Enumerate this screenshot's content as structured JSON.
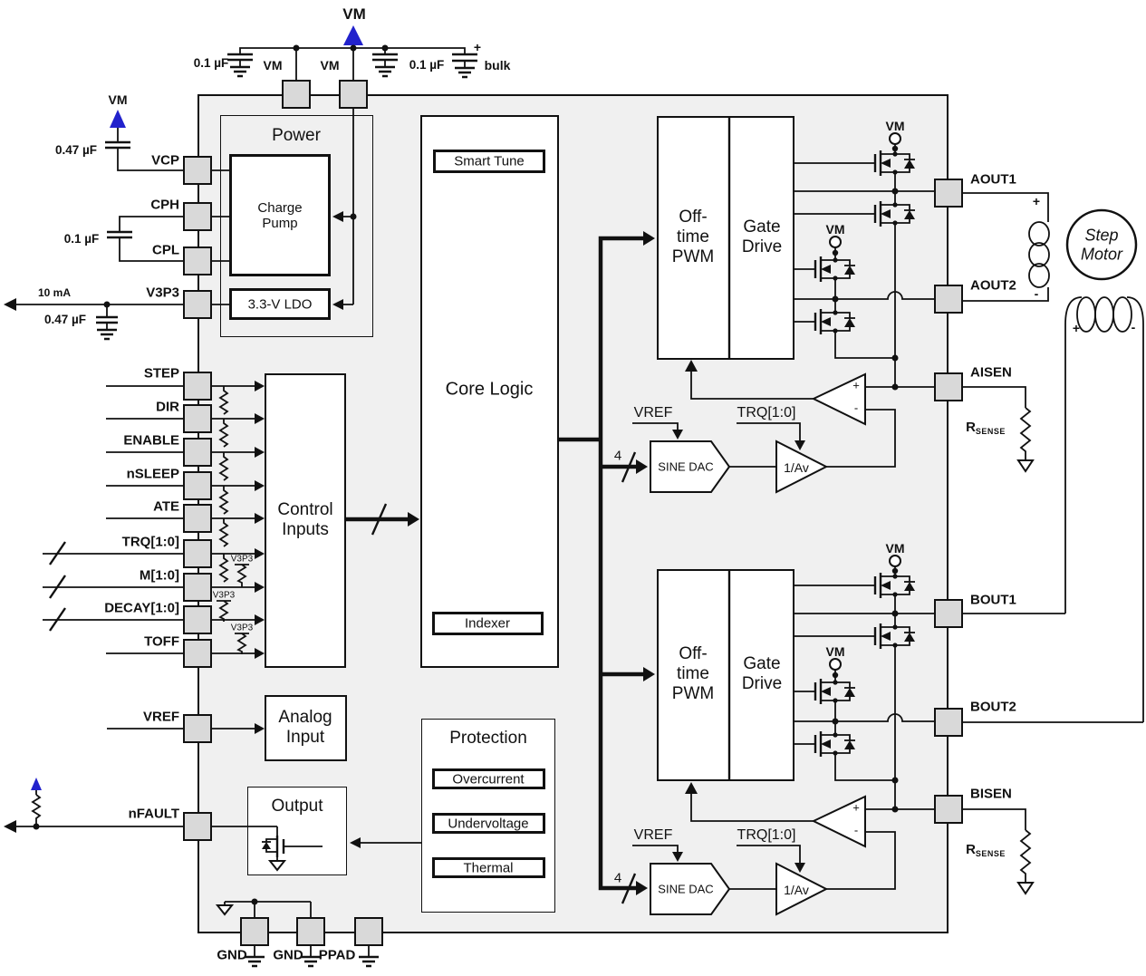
{
  "colors": {
    "vm_blue": "#2222cc",
    "pin_fill": "#d9d9d9",
    "chip_fill": "#f0f0f0",
    "line": "#111111"
  },
  "top": {
    "vm_arrow": "VM",
    "cap_left": "0.1 µF",
    "cap_right": "0.1 µF",
    "bulk_plus": "+",
    "bulk": "bulk",
    "pin1": "VM",
    "pin2": "VM"
  },
  "vcp": {
    "vm": "VM",
    "cap": "0.47 µF",
    "pin": "VCP"
  },
  "cp": {
    "pin_h": "CPH",
    "cap": "0.1 µF",
    "pin_l": "CPL"
  },
  "v3p3": {
    "pin": "V3P3",
    "current": "10 mA",
    "cap": "0.47 µF"
  },
  "control": {
    "inputs": [
      "STEP",
      "DIR",
      "ENABLE",
      "nSLEEP",
      "ATE",
      "TRQ[1:0]",
      "M[1:0]",
      "DECAY[1:0]",
      "TOFF"
    ],
    "pullup": "V3P3",
    "line1": "Control",
    "line2": "Inputs"
  },
  "vref_pin": "VREF",
  "nfault_pin": "nFAULT",
  "bottom": {
    "gnd1": "GND",
    "gnd2": "GND",
    "ppad": "PPAD"
  },
  "power": {
    "title": "Power",
    "charge1": "Charge",
    "charge2": "Pump",
    "ldo": "3.3-V LDO"
  },
  "core": {
    "title": "Core Logic",
    "smart_tune": "Smart Tune",
    "indexer": "Indexer"
  },
  "analog": {
    "line1": "Analog",
    "line2": "Input"
  },
  "protection": {
    "title": "Protection",
    "items": [
      "Overcurrent",
      "Undervoltage",
      "Thermal"
    ]
  },
  "output": {
    "title": "Output"
  },
  "pwm": {
    "l1": "Off-",
    "l2": "time",
    "l3": "PWM",
    "g1": "Gate",
    "g2": "Drive"
  },
  "vm": "VM",
  "dac": {
    "vref": "VREF",
    "trq": "TRQ[1:0]",
    "sine": "SINE DAC",
    "av": "1/Av",
    "bus": "4"
  },
  "comp": {
    "plus": "+",
    "minus": "-"
  },
  "out_a": {
    "o1": "AOUT1",
    "o2": "AOUT2",
    "isen": "AISEN"
  },
  "out_b": {
    "o1": "BOUT1",
    "o2": "BOUT2",
    "isen": "BISEN"
  },
  "rsense": {
    "r": "R",
    "sub": "SENSE"
  },
  "motor": {
    "l1": "Step",
    "l2": "Motor",
    "plus": "+",
    "minus": "-"
  }
}
